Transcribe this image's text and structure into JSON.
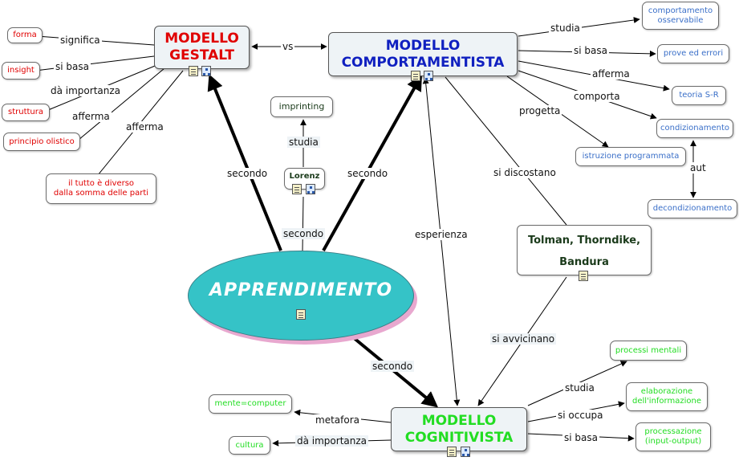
{
  "central": {
    "label": "APPRENDIMENTO"
  },
  "gestalt": {
    "title_line1": "MODELLO",
    "title_line2": "GESTALT",
    "leaves": {
      "forma": "forma",
      "insight": "insight",
      "struttura": "struttura",
      "principio_olistico": "principio olistico",
      "tutto_line1": "il tutto è diverso",
      "tutto_line2": "dalla somma delle parti"
    }
  },
  "comportamentista": {
    "title_line1": "MODELLO",
    "title_line2": "COMPORTAMENTISTA",
    "leaves": {
      "comportamento_line1": "comportamento",
      "comportamento_line2": "osservabile",
      "prove_errori": "prove ed errori",
      "teoria_sr": "teoria S-R",
      "condizionamento": "condizionamento",
      "istruzione": "istruzione programmata",
      "decondizionamento": "decondizionamento"
    }
  },
  "cognitivista": {
    "title_line1": "MODELLO",
    "title_line2": "COGNITIVISTA",
    "leaves": {
      "processi_mentali": "processi mentali",
      "elaborazione_line1": "elaborazione",
      "elaborazione_line2": "dell'informazione",
      "processazione_line1": "processazione",
      "processazione_line2": "(input-output)",
      "mente_computer": "mente=computer",
      "cultura": "cultura"
    }
  },
  "lorenz": {
    "label": "Lorenz"
  },
  "imprinting": {
    "label": "imprinting"
  },
  "tolman": {
    "line1": "Tolman, Thorndike,",
    "line2": "Bandura"
  },
  "links": {
    "significa": "significa",
    "si_basa_g": "si basa",
    "da_importanza_g": "dà importanza",
    "afferma_g1": "afferma",
    "afferma_g2": "afferma",
    "vs": "vs",
    "studia_c": "studia",
    "si_basa_c": "si basa",
    "afferma_c": "afferma",
    "comporta": "comporta",
    "progetta": "progetta",
    "aut": "aut",
    "si_discostano": "si discostano",
    "secondo_gestalt": "secondo",
    "secondo_comp": "secondo",
    "secondo_lorenz": "secondo",
    "secondo_cogn": "secondo",
    "studia_lorenz": "studia",
    "esperienza": "esperienza",
    "si_avvicinano": "si avvicinano",
    "studia_cogn": "studia",
    "si_occupa": "si occupa",
    "si_basa_cogn": "si basa",
    "metafora": "metafora",
    "da_importanza_cogn": "dà importanza"
  },
  "colors": {
    "gestalt_title": "#e00000",
    "comportamentista_title": "#1020c0",
    "cognitivista_title": "#22dd22",
    "central_fill": "#35c3c7",
    "central_shadow": "#e8a8cf"
  }
}
